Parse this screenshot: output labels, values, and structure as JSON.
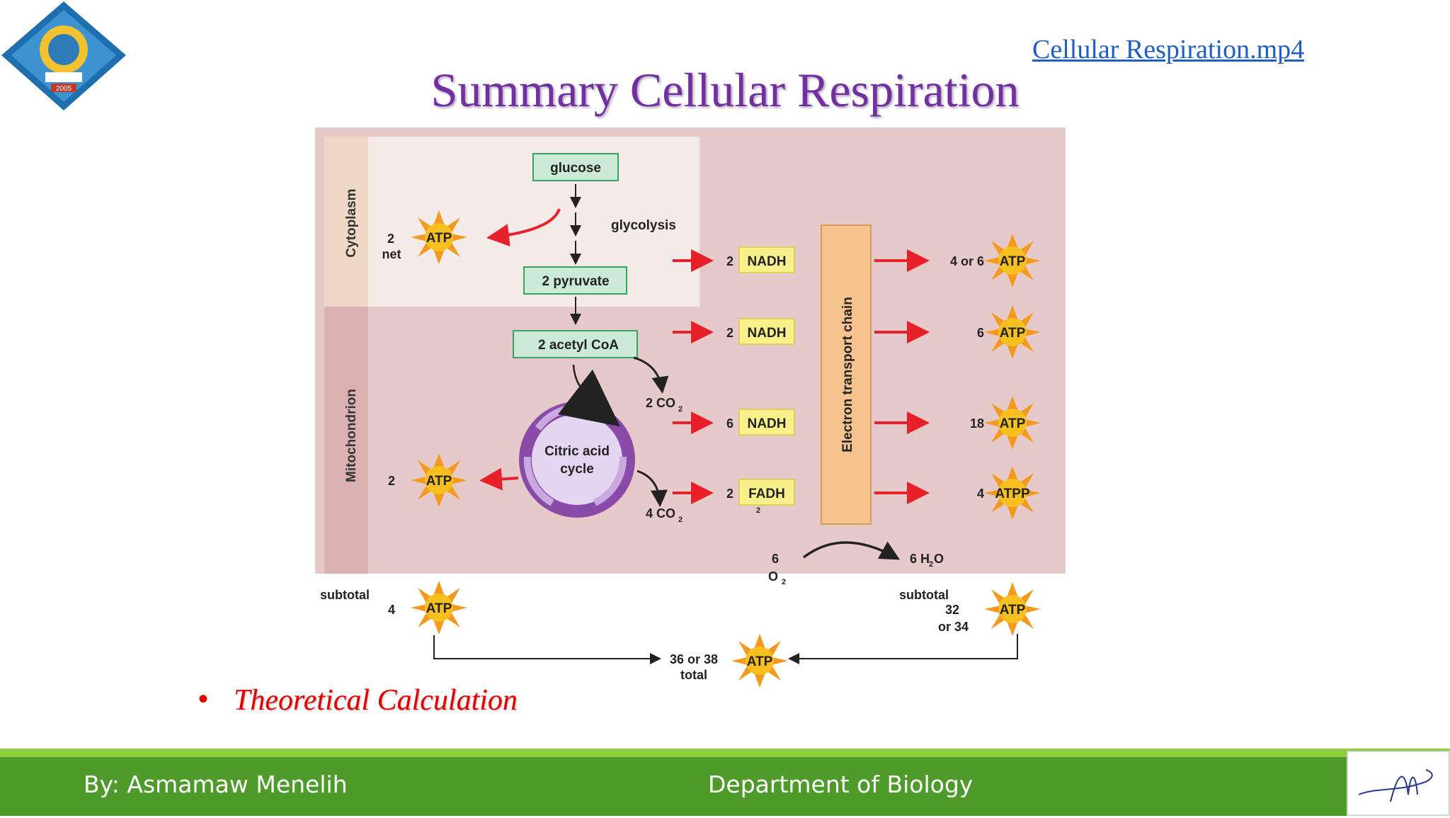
{
  "slide": {
    "title": "Summary Cellular Respiration",
    "link": "Cellular Respiration.mp4",
    "bullet": "Theoretical Calculation"
  },
  "footer": {
    "author": "By: Asmamaw Menelih",
    "department": "Department of Biology"
  },
  "logo": {
    "year": "2005"
  },
  "diagram": {
    "regions": {
      "cytoplasm": "Cytoplasm",
      "mitochondrion": "Mitochondrion"
    },
    "glucose": "glucose",
    "glycolysis": "glycolysis",
    "pyruvate": "2 pyruvate",
    "acetyl": "2 acetyl CoA",
    "citric_line1": "Citric acid",
    "citric_line2": "cycle",
    "co2_a": "2 CO",
    "co2_b": "4 CO",
    "sub2": "2",
    "etc": "Electron transport chain",
    "atp_label": "ATP",
    "atpp_label": "ATPP",
    "glyc_atp_num": "2",
    "glyc_atp_net": "net",
    "krebs_atp_num": "2",
    "carriers": [
      {
        "count": "2",
        "name": "NADH",
        "out": "4 or 6"
      },
      {
        "count": "2",
        "name": "NADH",
        "out": "6"
      },
      {
        "count": "6",
        "name": "NADH",
        "out": "18"
      },
      {
        "count": "2",
        "name": "FADH",
        "out": "4"
      }
    ],
    "o2_num": "6",
    "o2": "O",
    "water": "6 H",
    "water_end": "O",
    "subtotal_label": "subtotal",
    "subtotal_left": "4",
    "subtotal_right_1": "32",
    "subtotal_right_2": "or 34",
    "total_line1": "36 or 38",
    "total_line2": "total"
  },
  "colors": {
    "title": "#7030a0",
    "bullet": "#e00000",
    "footer": "#4e9b2c",
    "link": "#1f5fbf",
    "mito_bg": "#e8c6c6",
    "cyto_bg": "#f5e9e6"
  }
}
